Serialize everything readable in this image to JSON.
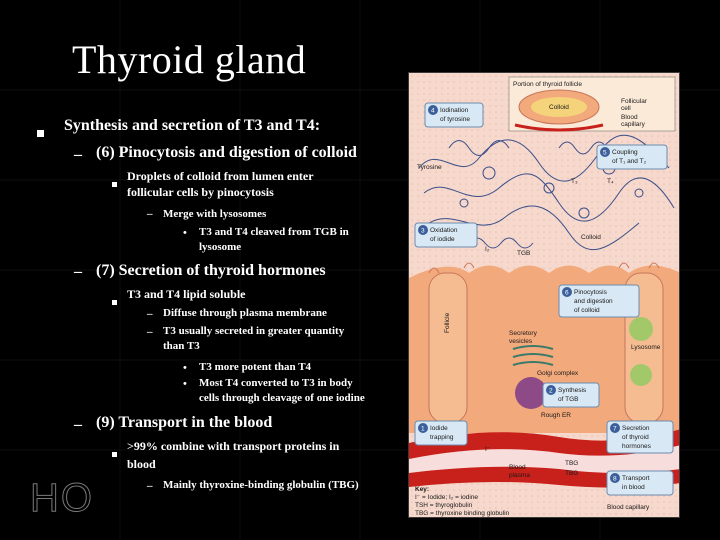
{
  "slide": {
    "title": "Thyroid gland",
    "watermark": "HO",
    "bullets": {
      "main": "Synthesis and secretion of T3 and T4:",
      "s6": "(6) Pinocytosis and digestion of colloid",
      "s6_a_line1": "Droplets of colloid from lumen enter",
      "s6_a_line2": "follicular cells by pinocytosis",
      "s6_a_i": "Merge with lysosomes",
      "s6_a_i_1_line1": "T3 and T4 cleaved from TGB in",
      "s6_a_i_1_line2": "lysosome",
      "s7": "(7) Secretion of thyroid hormones",
      "s7_a": "T3 and T4 lipid soluble",
      "s7_a_i": "Diffuse through plasma membrane",
      "s7_a_ii_line1": "T3 usually secreted in greater quantity",
      "s7_a_ii_line2": "than T3",
      "s7_a_ii_1": "T3 more potent than T4",
      "s7_a_ii_2_line1": "Most T4 converted to T3 in body",
      "s7_a_ii_2_line2": "cells through cleavage of one iodine",
      "s9": "(9) Transport in the blood",
      "s9_a_line1": ">99% combine with transport proteins in",
      "s9_a_line2": "blood",
      "s9_a_i": "Mainly thyroxine-binding globulin (TBG)"
    }
  },
  "diagram": {
    "inset": {
      "title": "Portion of thyroid follicle",
      "colloid": "Colloid",
      "follicular_cell_1": "Follicular",
      "follicular_cell_2": "cell",
      "blood_capillary_1": "Blood",
      "blood_capillary_2": "capillary"
    },
    "steps": {
      "s4_num": "4",
      "s4_l1": "Iodination",
      "s4_l2": "of tyrosine",
      "s5_num": "5",
      "s5_l1": "Coupling",
      "s5_l2": "of T₁ and T₂",
      "s3_num": "3",
      "s3_l1": "Oxidation",
      "s3_l2": "of iodide",
      "s6_num": "6",
      "s6_l1": "Pinocytosis",
      "s6_l2": "and digestion",
      "s6_l3": "of colloid",
      "s2_num": "2",
      "s2_l1": "Synthesis",
      "s2_l2": "of TGB",
      "s1_num": "1",
      "s1_l1": "Iodide",
      "s1_l2": "trapping",
      "s7_num": "7",
      "s7_l1": "Secretion",
      "s7_l2": "of thyroid",
      "s7_l3": "hormones",
      "s8_num": "8",
      "s8_l1": "Transport",
      "s8_l2": "in blood"
    },
    "labels": {
      "tyrosine": "Tyrosine",
      "colloid": "Colloid",
      "tgb": "TGB",
      "i2": "I₂",
      "t3": "T₃",
      "t4": "T₄",
      "follicle": "Follicle",
      "secretory_1": "Secretory",
      "secretory_2": "vesicles",
      "golgi": "Golgi complex",
      "rough_er": "Rough ER",
      "lysosome": "Lysosome",
      "iodide": "I⁻",
      "blood_plasma_1": "Blood",
      "blood_plasma_2": "plasma",
      "tbg_1": "TBG",
      "tbg_2": "TBG",
      "blood_capillary": "Blood capillary"
    },
    "key": {
      "title": "Key:",
      "line1": "I⁻ = Iodide; I₂ = iodine",
      "line2": "TSH = thyroglobulin",
      "line3": "TBG = thyroxine binding globulin"
    }
  },
  "colors": {
    "background": "#000000",
    "text": "#ffffff",
    "step_box": "#d8e8f4",
    "colloid": "#f5d37a",
    "cell": "#f2a97b",
    "blood": "#c8201a"
  },
  "icons": {
    "level1_bullet": "square-bullet",
    "level2_bullet": "dash",
    "level3_bullet": "square-bullet"
  }
}
